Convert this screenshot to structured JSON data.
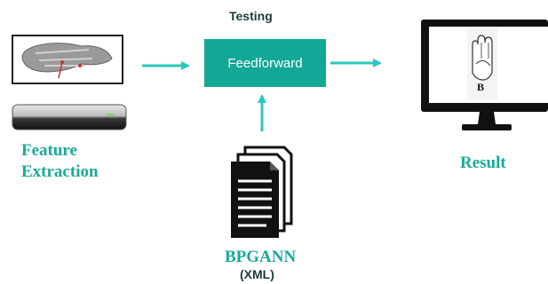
{
  "header": {
    "testing_label": "Testing"
  },
  "process": {
    "label": "Feedforward"
  },
  "input": {
    "label_line1": "Feature",
    "label_line2": "Extraction",
    "icon": "leap-motion-sensor-hand-icon"
  },
  "output": {
    "label": "Result",
    "screen_letter": "B",
    "icon": "monitor-hand-sign-icon"
  },
  "model": {
    "label": "BPGANN",
    "sublabel": "(XML)",
    "icon": "documents-icon"
  },
  "colors": {
    "accent": "#13a796",
    "arrow": "#2cc7bb",
    "label": "#1aa99a"
  }
}
